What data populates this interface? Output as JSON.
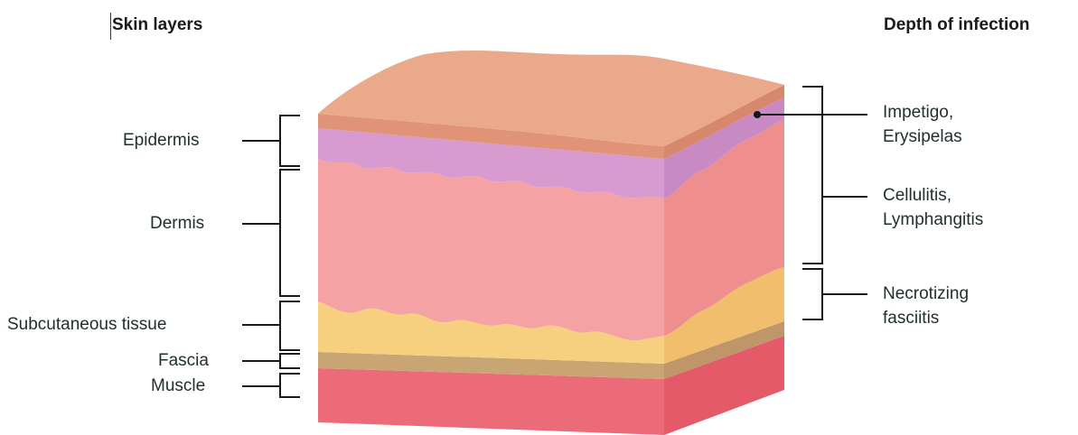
{
  "headings": {
    "left": "Skin layers",
    "right": "Depth of infection"
  },
  "layers": {
    "epidermis": "Epidermis",
    "dermis": "Dermis",
    "subcutaneous": "Subcutaneous tissue",
    "fascia": "Fascia",
    "muscle": "Muscle"
  },
  "infections": {
    "superficial": {
      "line1": "Impetigo,",
      "line2": "Erysipelas"
    },
    "dermal": {
      "line1": "Cellulitis,",
      "line2": "Lymphangitis"
    },
    "deep": {
      "line1": "Necrotizing",
      "line2": "fasciitis"
    }
  },
  "colors": {
    "surface": "#e9a98a",
    "epidermis": "#d79bd0",
    "dermis_front": "#f4a2a3",
    "dermis_side": "#ee8e8e",
    "subcutaneous_front": "#f6d07f",
    "subcutaneous_side": "#f0be6c",
    "fascia": "#c9a574",
    "muscle": "#ec6b78"
  }
}
